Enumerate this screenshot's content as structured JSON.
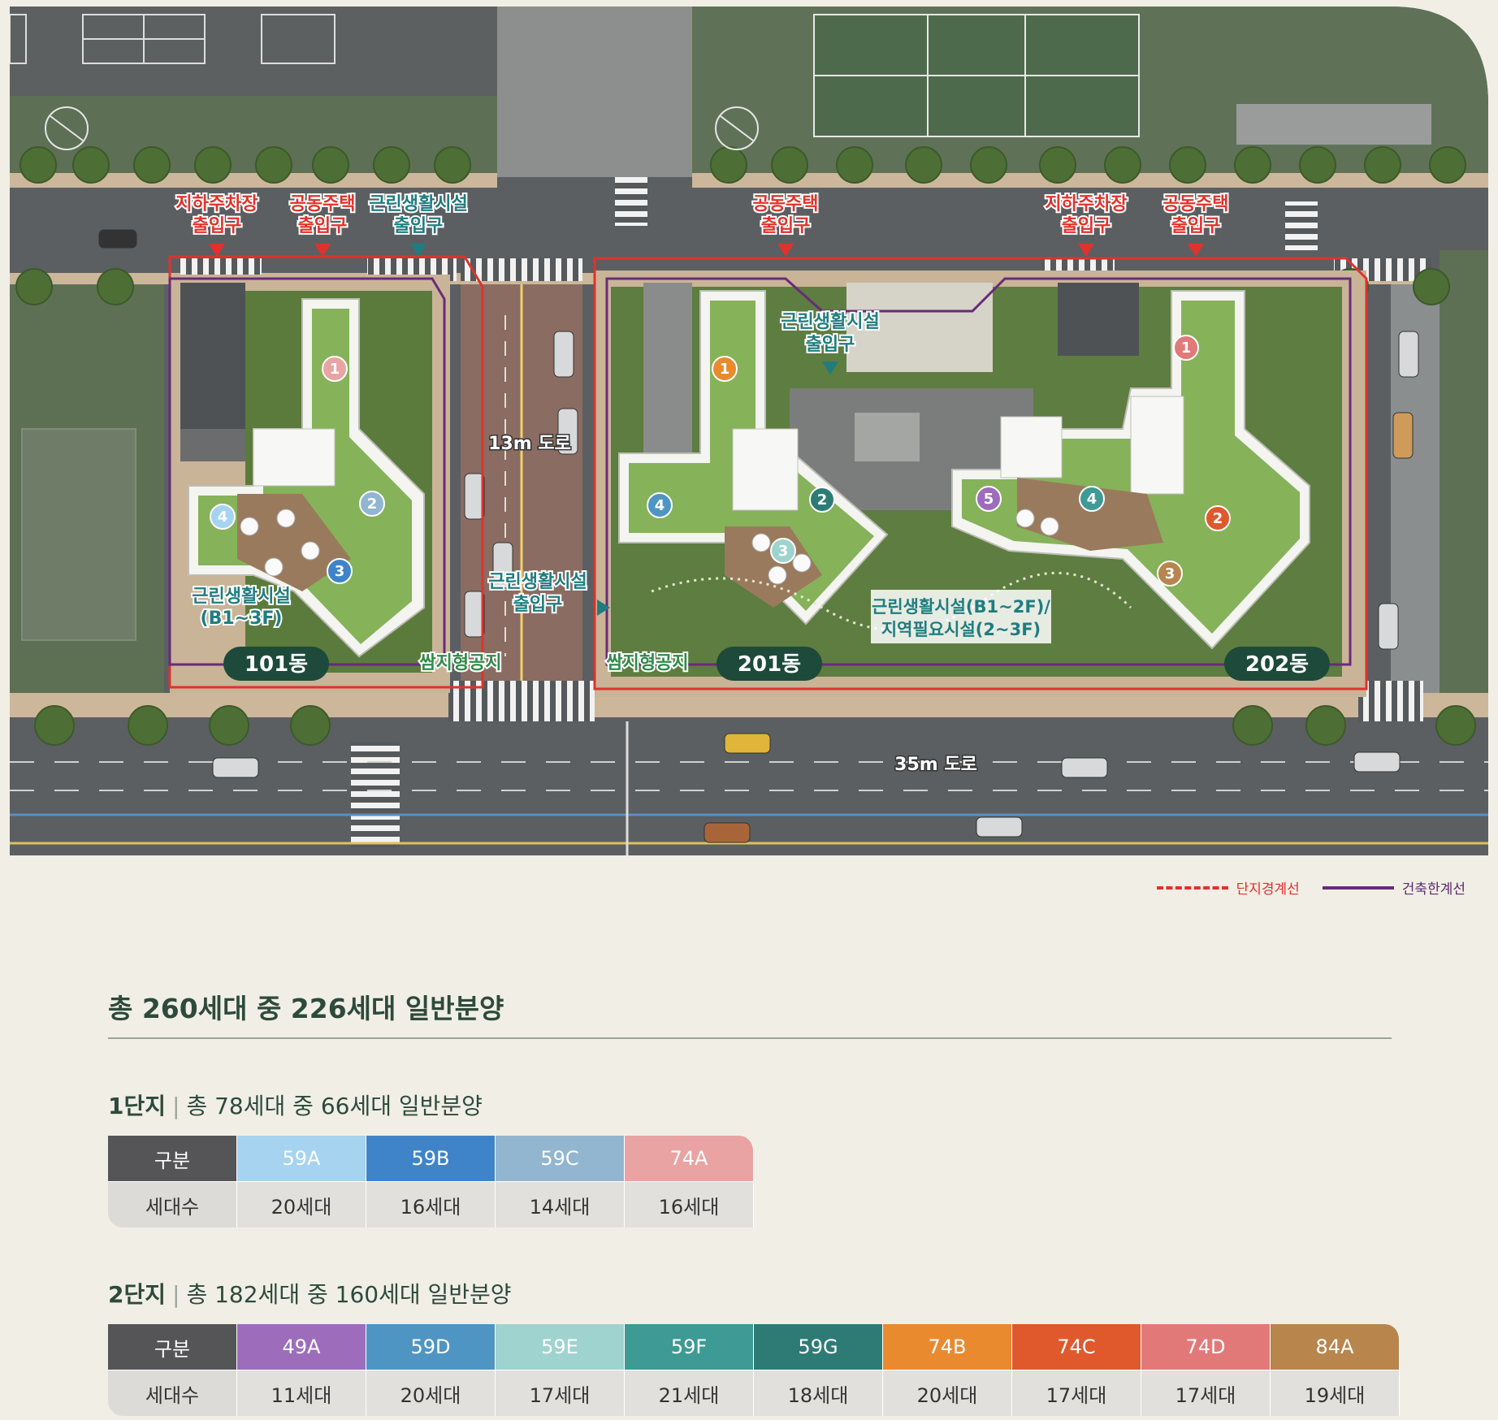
{
  "map": {
    "labels": {
      "parking_entrance_left": [
        "지하주차장",
        "출입구"
      ],
      "housing_entrance_left": [
        "공동주택",
        "출입구"
      ],
      "retail_entrance_top": [
        "근린생활시설",
        "출입구"
      ],
      "housing_entrance_mid": [
        "공동주택",
        "출입구"
      ],
      "parking_entrance_right": [
        "지하주차장",
        "출입구"
      ],
      "housing_entrance_right": [
        "공동주택",
        "출입구"
      ],
      "retail_entrance_center": [
        "근린생활시설",
        "출입구"
      ],
      "retail_entrance_side": [
        "근린생활시설",
        "출입구"
      ],
      "road_13m": "13m 도로",
      "road_35m": "35m 도로",
      "retail_101": [
        "근린생활시설",
        "(B1~3F)"
      ],
      "retail_201": [
        "근린생활시설(B1~2F)/",
        "지역필요시설(2~3F)"
      ],
      "open_space_left": "쌈지형공지",
      "open_space_right": "쌈지형공지"
    },
    "buildings": {
      "b101": "101동",
      "b201": "201동",
      "b202": "202동"
    },
    "unit_markers": {
      "b101": [
        "1",
        "2",
        "3",
        "4"
      ],
      "b201": [
        "1",
        "2",
        "3",
        "4"
      ],
      "b202": [
        "1",
        "2",
        "3",
        "4",
        "5"
      ]
    },
    "colors": {
      "entrance_red": "#e0322c",
      "entrance_teal": "#1f7d80",
      "boundary_red": "#e0322c",
      "building_limit_purple": "#6a2a7a",
      "building_badge": "#1d4a3a"
    }
  },
  "legend": {
    "complex_boundary": "단지경계선",
    "building_limit": "건축한계선"
  },
  "summary": {
    "title": "총 260세대 중 226세대 일반분양"
  },
  "complex1": {
    "name": "1단지",
    "description": "총 78세대 중 66세대 일반분양",
    "row_header": "구분",
    "row_label": "세대수",
    "units": [
      {
        "type": "59A",
        "count": "20세대",
        "color": "#a6d3ef"
      },
      {
        "type": "59B",
        "count": "16세대",
        "color": "#3f84c8"
      },
      {
        "type": "59C",
        "count": "14세대",
        "color": "#92b5d0"
      },
      {
        "type": "74A",
        "count": "16세대",
        "color": "#e9a3a3"
      }
    ]
  },
  "complex2": {
    "name": "2단지",
    "description": "총 182세대 중 160세대 일반분양",
    "row_header": "구분",
    "row_label": "세대수",
    "units": [
      {
        "type": "49A",
        "count": "11세대",
        "color": "#9d6dbb"
      },
      {
        "type": "59D",
        "count": "20세대",
        "color": "#4f95c3"
      },
      {
        "type": "59E",
        "count": "17세대",
        "color": "#9fd3cf"
      },
      {
        "type": "59F",
        "count": "21세대",
        "color": "#3d9a94"
      },
      {
        "type": "59G",
        "count": "18세대",
        "color": "#2e7b76"
      },
      {
        "type": "74B",
        "count": "20세대",
        "color": "#e98a2f"
      },
      {
        "type": "74C",
        "count": "17세대",
        "color": "#e0592d"
      },
      {
        "type": "74D",
        "count": "17세대",
        "color": "#e27979"
      },
      {
        "type": "84A",
        "count": "19세대",
        "color": "#b8854d"
      }
    ]
  }
}
